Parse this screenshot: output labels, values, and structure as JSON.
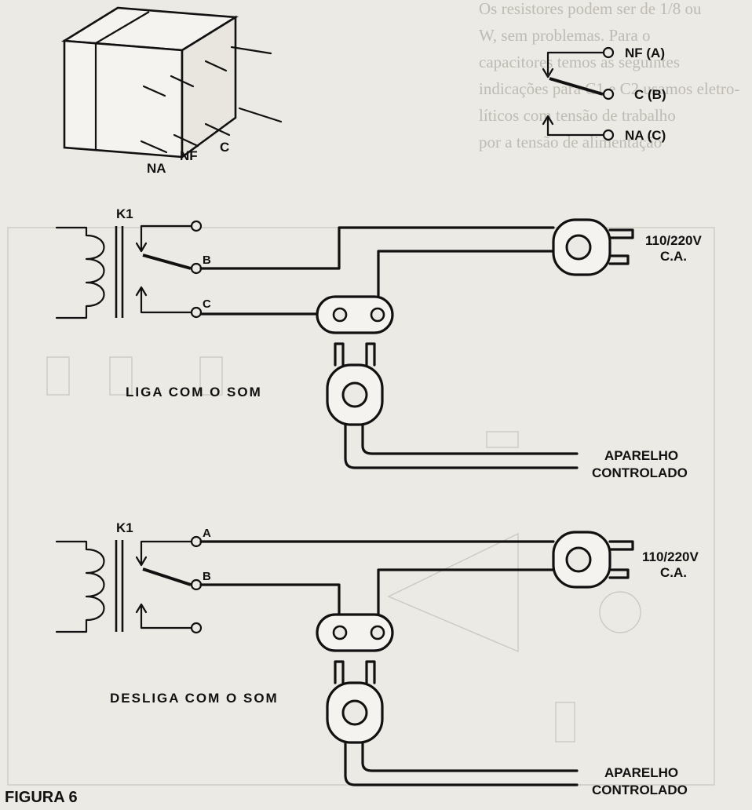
{
  "relay_pins": {
    "na": "NA",
    "nf": "NF",
    "c": "C"
  },
  "contact_legend": {
    "nf": "NF (A)",
    "c": "C (B)",
    "na": "NA (C)"
  },
  "circuit_top": {
    "relay": "K1",
    "terminal_b": "B",
    "terminal_c": "C",
    "supply_1": "110/220V",
    "supply_2": "C.A.",
    "mode": "LIGA COM O SOM",
    "device_1": "APARELHO",
    "device_2": "CONTROLADO"
  },
  "circuit_bottom": {
    "relay": "K1",
    "terminal_a": "A",
    "terminal_b": "B",
    "supply_1": "110/220V",
    "supply_2": "C.A.",
    "mode": "DESLIGA COM O SOM",
    "device_1": "APARELHO",
    "device_2": "CONTROLADO"
  },
  "figure_label": "FIGURA 6",
  "background_text": {
    "line1": "Os resistores podem ser de 1/8 ou",
    "line2": "W, sem problemas. Para o",
    "line3": "capacitores temos as seguintes",
    "line4": "indicações para C1 e C2 usamos eletro-",
    "line5": "líticos com tensão de trabalho",
    "line6": "por a tensão de alimentação"
  }
}
